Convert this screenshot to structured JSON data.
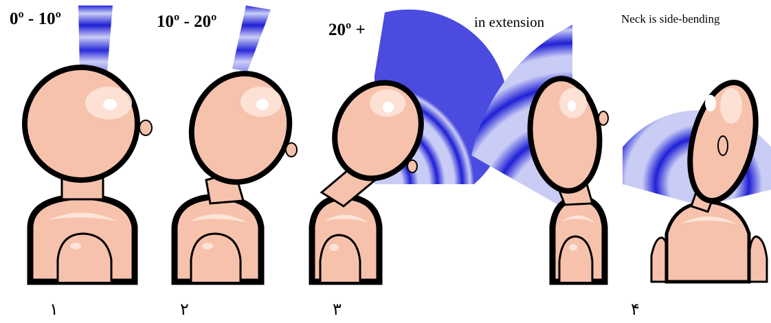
{
  "labels": {
    "p1": "0º - 10º",
    "p2": "10º - 20º",
    "p3": "20º +",
    "p4": "in extension",
    "p5": "Neck is side-bending"
  },
  "numbers": [
    "١",
    "٢",
    "٣",
    "۴"
  ],
  "colors": {
    "skin": "#f6c2ac",
    "skin_light": "#fde4d8",
    "skin_shade": "#e9a592",
    "outline": "#000000",
    "wave_light": "#c9cdf5",
    "wave_dark": "#1f1fd6"
  }
}
